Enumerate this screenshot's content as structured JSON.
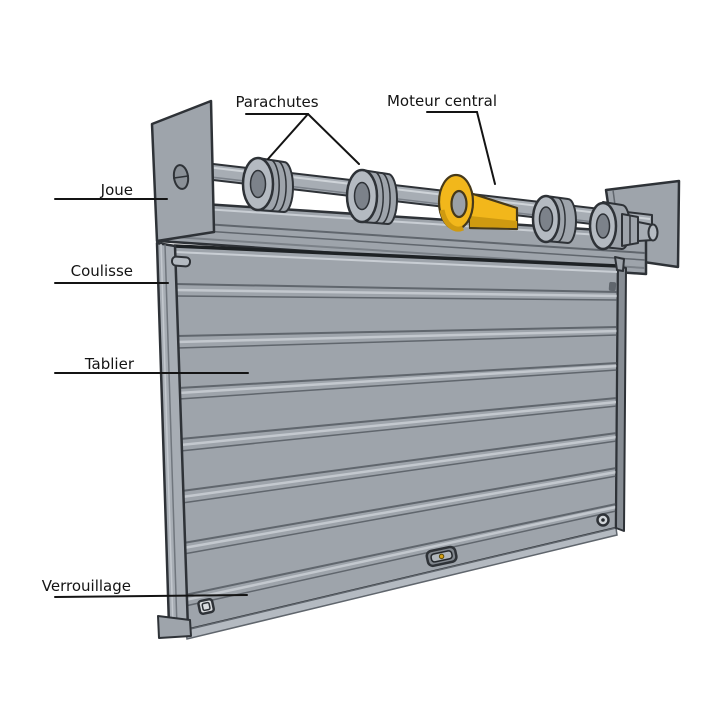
{
  "diagram": {
    "type": "annotated-technical-diagram",
    "background": "#ffffff",
    "labels": {
      "parachutes": "Parachutes",
      "moteur_central": "Moteur central",
      "joue": "Joue",
      "coulisse": "Coulisse",
      "tablier": "Tablier",
      "verrouillage": "Verrouillage"
    },
    "colors": {
      "metal_gray": "#9ea4ab",
      "metal_light": "#b4bac1",
      "metal_dark": "#878d94",
      "outline": "#2e3237",
      "motor_yellow": "#f2b71b",
      "motor_yellow_dark": "#cf9a10",
      "keyhole_gold": "#d8a012",
      "label_text": "#141414",
      "leader_line": "#141414"
    }
  }
}
